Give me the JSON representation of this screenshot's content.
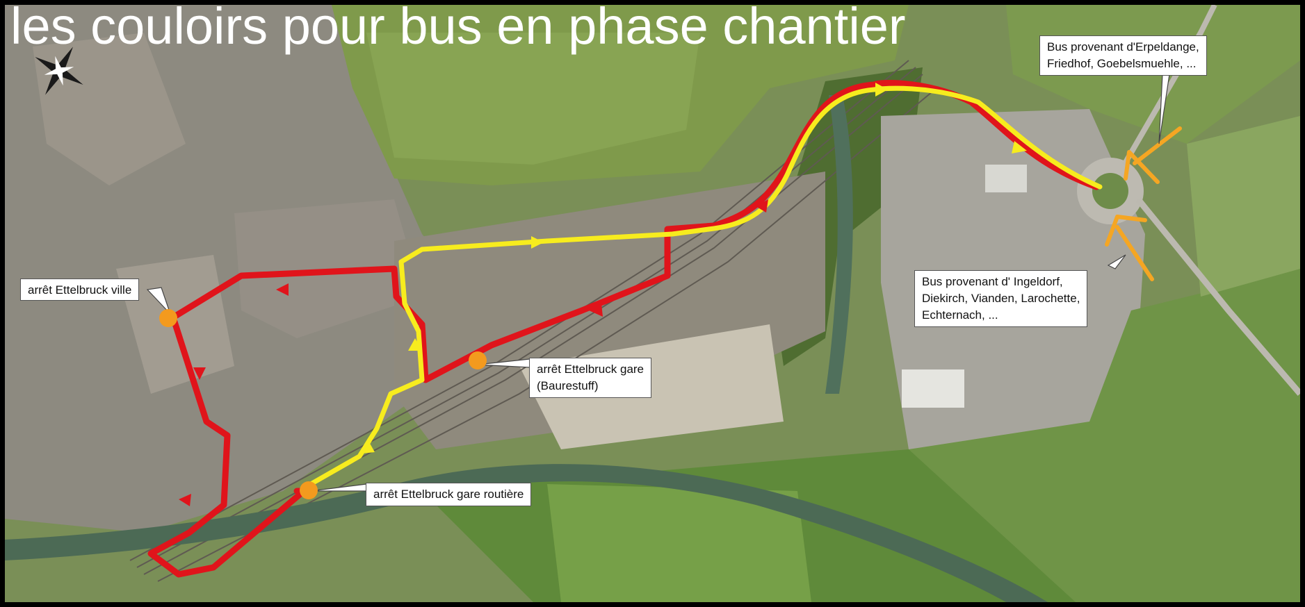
{
  "title": "les couloirs pour bus en phase chantier",
  "colors": {
    "red_route": "#e0141b",
    "yellow_route": "#f7ec1e",
    "stop_marker": "#f39a1e",
    "arrow_orange": "#f5a623",
    "callout_bg": "#ffffff"
  },
  "icons": {
    "compass": "compass-rose-icon"
  },
  "callouts": {
    "stop_ville": "arrêt Ettelbruck ville",
    "stop_gare_line1": "arrêt Ettelbruck gare",
    "stop_gare_line2": "(Baurestuff)",
    "stop_routiere": "arrêt Ettelbruck gare routière",
    "north_line1": "Bus provenant d'Erpeldange,",
    "north_line2": "Friedhof, Goebelsmuehle, ...",
    "east_line1": "Bus provenant d' Ingeldorf,",
    "east_line2": "Diekirch, Vianden, Larochette,",
    "east_line3": "Echternach, ..."
  }
}
